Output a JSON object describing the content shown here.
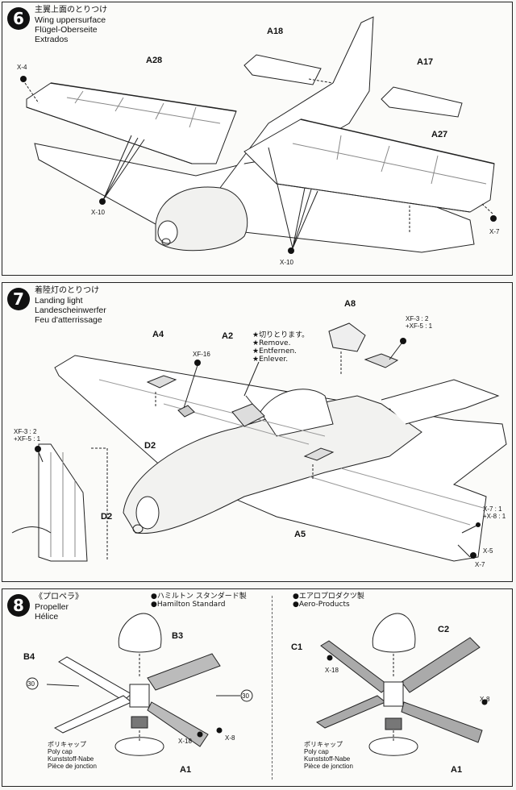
{
  "step6": {
    "number": "6",
    "title_jp": "主翼上面のとりつけ",
    "title_en": "Wing uppersurface",
    "title_de": "Flügel-Oberseite",
    "title_fr": "Extrados",
    "parts": {
      "a18": "A18",
      "a28": "A28",
      "a17": "A17",
      "a27": "A27"
    },
    "screws": {
      "x4": "X-4",
      "x10_left": "X-10",
      "x10_center": "X-10",
      "x7": "X-7"
    }
  },
  "step7": {
    "number": "7",
    "title_jp": "着陸灯のとりつけ",
    "title_en": "Landing light",
    "title_de": "Landescheinwerfer",
    "title_fr": "Feu d'atterrissage",
    "parts": {
      "a8": "A8",
      "a4": "A4",
      "a2": "A2",
      "d2_left": "D2",
      "d2_inset": "D2",
      "a5": "A5"
    },
    "notes": {
      "remove_jp": "★切りとります。",
      "remove_en": "★Remove.",
      "remove_de": "★Entfernen.",
      "remove_fr": "★Enlever."
    },
    "paints": {
      "xf16": "XF-16",
      "mix_top_1": "XF-3 : 2",
      "mix_top_2": "+XF-5 : 1",
      "mix_left_1": "XF-3 : 2",
      "mix_left_2": "+XF-5 : 1",
      "mix_right_1": "X-7 : 1",
      "mix_right_2": "+X-8 : 1",
      "x5": "X-5",
      "x7": "X-7"
    }
  },
  "step8": {
    "number": "8",
    "title_jp": "《プロペラ》",
    "title_en": "Propeller",
    "title_fr": "Hélice",
    "left": {
      "maker_jp": "●ハミルトン スタンダード製",
      "maker_en": "●Hamilton Standard",
      "parts": {
        "b3": "B3",
        "b4": "B4",
        "a1": "A1"
      },
      "paints": {
        "x18": "X-18",
        "x8": "X-8"
      },
      "count": "30",
      "polycap_jp": "ポリキャップ",
      "polycap_en": "Poly cap",
      "polycap_de": "Kunststoff-Nabe",
      "polycap_fr": "Pièce de jonction"
    },
    "right": {
      "maker_jp": "●エアロプロダクツ製",
      "maker_en": "●Aero-Products",
      "parts": {
        "c2": "C2",
        "c1": "C1",
        "a1": "A1"
      },
      "paints": {
        "x18": "X-18",
        "x8": "X-8"
      },
      "polycap_jp": "ポリキャップ",
      "polycap_en": "Poly cap",
      "polycap_de": "Kunststoff-Nabe",
      "polycap_fr": "Pièce de jonction"
    }
  }
}
